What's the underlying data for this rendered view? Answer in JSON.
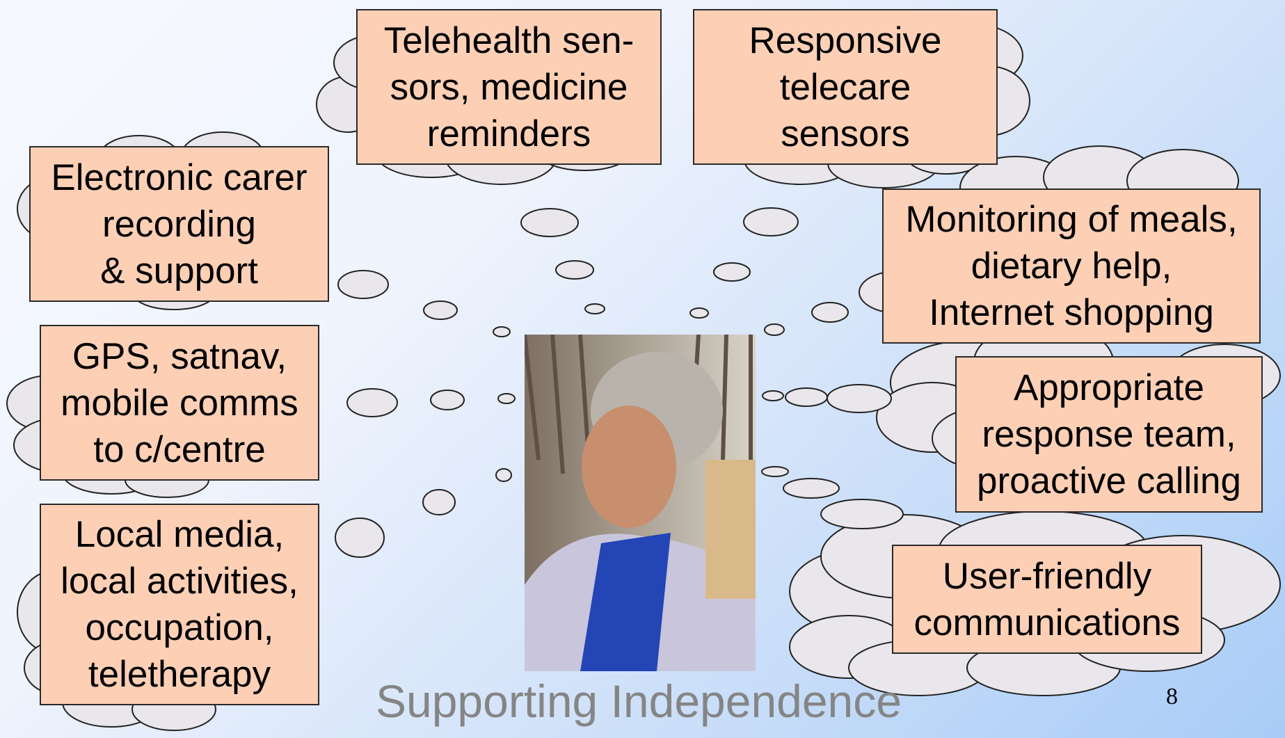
{
  "slide": {
    "title": "Supporting Independence",
    "page_number": "8"
  },
  "bubbles": [
    {
      "id": "telehealth",
      "text": "Telehealth sen-\nsors, medicine\nreminders"
    },
    {
      "id": "telecare",
      "text": "Responsive\ntelecare\nsensors"
    },
    {
      "id": "carer",
      "text": "Electronic carer\nrecording\n& support"
    },
    {
      "id": "meals",
      "text": "Monitoring of meals,\ndietary help,\nInternet shopping"
    },
    {
      "id": "gps",
      "text": "GPS, satnav,\nmobile comms\nto c/centre"
    },
    {
      "id": "response",
      "text": "Appropriate\nresponse team,\nproactive calling"
    },
    {
      "id": "media",
      "text": "Local media,\nlocal activities,\noccupation,\nteletherapy"
    },
    {
      "id": "comms",
      "text": "User-friendly\ncommunications"
    }
  ],
  "colors": {
    "bubble_fill": "#fdd0b6",
    "cloud_fill": "#e9e7eb",
    "title_gray": "#858585",
    "accent_blue": "#a8ccf7"
  },
  "photo": {
    "icon": "elderly-woman-photo"
  }
}
